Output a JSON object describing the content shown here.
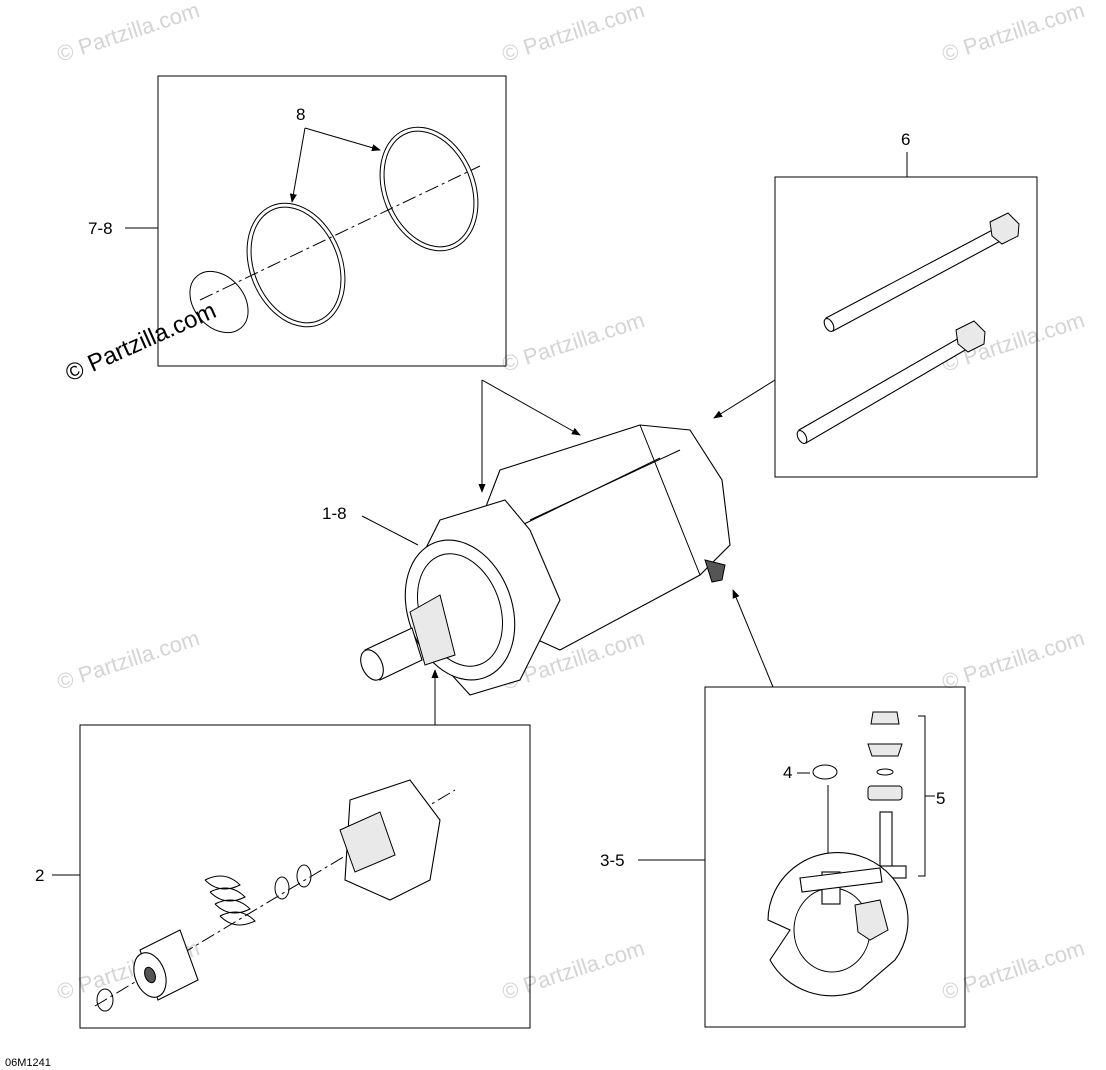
{
  "callouts": {
    "c8": "8",
    "c7_8": "7-8",
    "c6": "6",
    "c1_8": "1-8",
    "c2": "2",
    "c4": "4",
    "c5": "5",
    "c3_5": "3-5"
  },
  "drawing_code": "06M1241",
  "watermark": {
    "text": "© Partzilla.com"
  },
  "icons": {
    "starter": "starter-motor-icon",
    "o_ring": "o-ring-icon",
    "bolt": "bolt-icon",
    "drive": "drive-pinion-icon",
    "brush_plate": "brush-holder-icon"
  }
}
